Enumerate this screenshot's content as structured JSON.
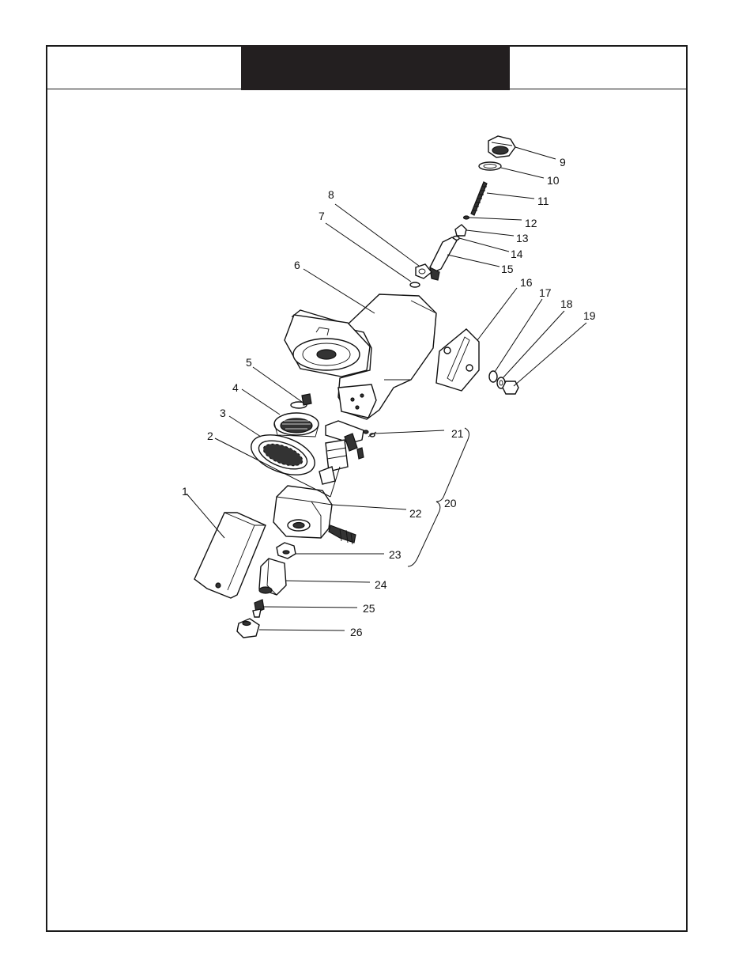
{
  "header": {
    "title": ""
  },
  "diagram": {
    "labels": {
      "p1": "1",
      "p2": "2",
      "p3": "3",
      "p4": "4",
      "p5": "5",
      "p6": "6",
      "p7": "7",
      "p8": "8",
      "p9": "9",
      "p10": "10",
      "p11": "11",
      "p12": "12",
      "p13": "13",
      "p14": "14",
      "p15": "15",
      "p16": "16",
      "p17": "17",
      "p18": "18",
      "p19": "19",
      "p20": "20",
      "p21": "21",
      "p22": "22",
      "p23": "23",
      "p24": "24",
      "p25": "25",
      "p26": "26"
    },
    "colors": {
      "ink": "#111111",
      "title_bar": "#231f20",
      "paper": "#ffffff"
    }
  }
}
